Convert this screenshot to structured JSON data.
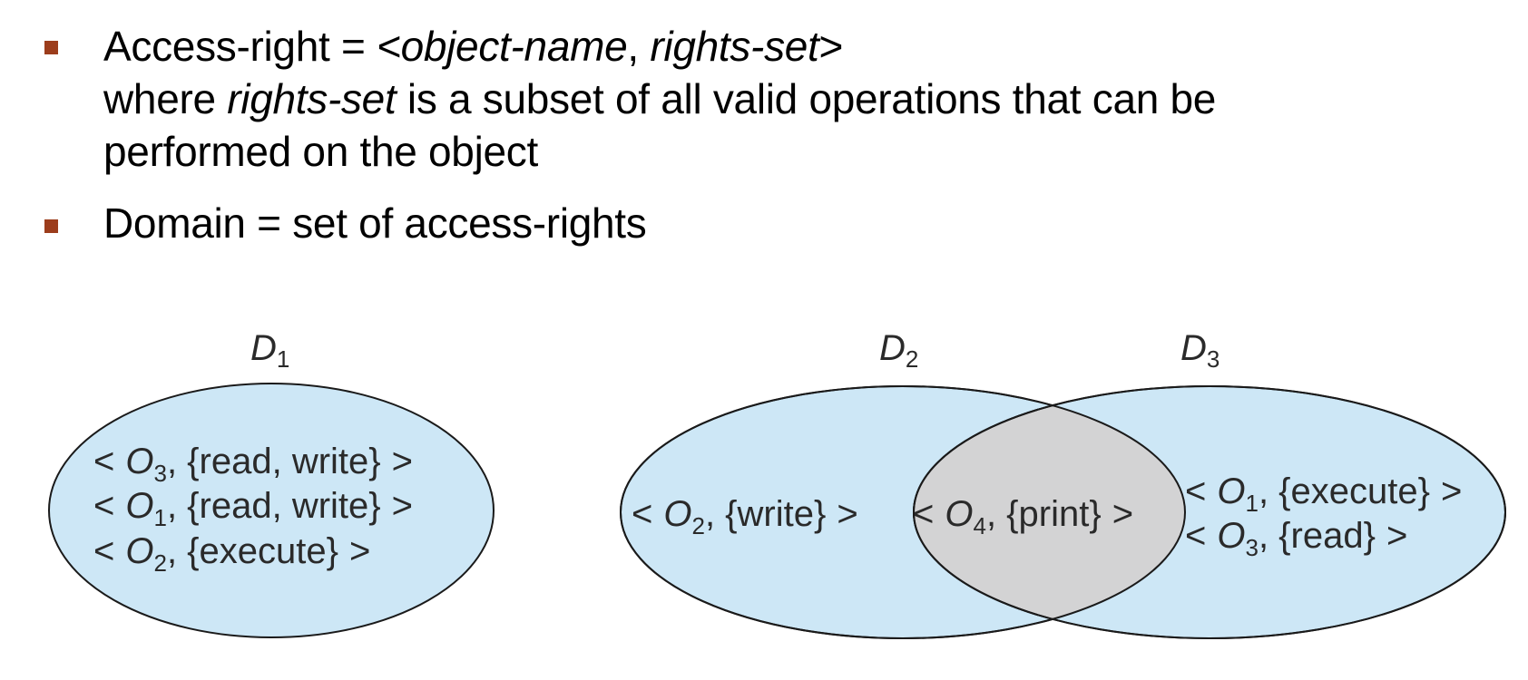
{
  "bullets": [
    {
      "line1_prefix": "Access-right = ",
      "line1_italic": "<object-name",
      "line1_comma": ", ",
      "line1_italic2": "rights-set",
      "line1_close": ">",
      "line2_prefix": "where ",
      "line2_italic": "rights-set",
      "line2_rest": " is a subset of all valid operations that can be",
      "line3": "performed on the object"
    },
    {
      "text": "Domain = set of access-rights"
    }
  ],
  "diagram": {
    "colors": {
      "fill": "#cde7f6",
      "overlap": "#d3d3d4",
      "stroke": "#1a1a1a",
      "bullet": "#9c3d1c"
    },
    "domains": [
      {
        "label": "D",
        "subscript": "1",
        "entries": [
          {
            "obj": "O",
            "sub": "3",
            "rights": ", {read, write}"
          },
          {
            "obj": "O",
            "sub": "1",
            "rights": ", {read, write}"
          },
          {
            "obj": "O",
            "sub": "2",
            "rights": ", {execute}"
          }
        ]
      },
      {
        "label": "D",
        "subscript": "2",
        "entries": [
          {
            "obj": "O",
            "sub": "2",
            "rights": ", {write}"
          }
        ]
      },
      {
        "label": "D",
        "subscript": "3",
        "entries": [
          {
            "obj": "O",
            "sub": "1",
            "rights": ", {execute}"
          },
          {
            "obj": "O",
            "sub": "3",
            "rights": ", {read}"
          }
        ]
      }
    ],
    "shared": {
      "obj": "O",
      "sub": "4",
      "rights": ", {print}"
    },
    "open_bracket": "<",
    "close_bracket": ">"
  }
}
